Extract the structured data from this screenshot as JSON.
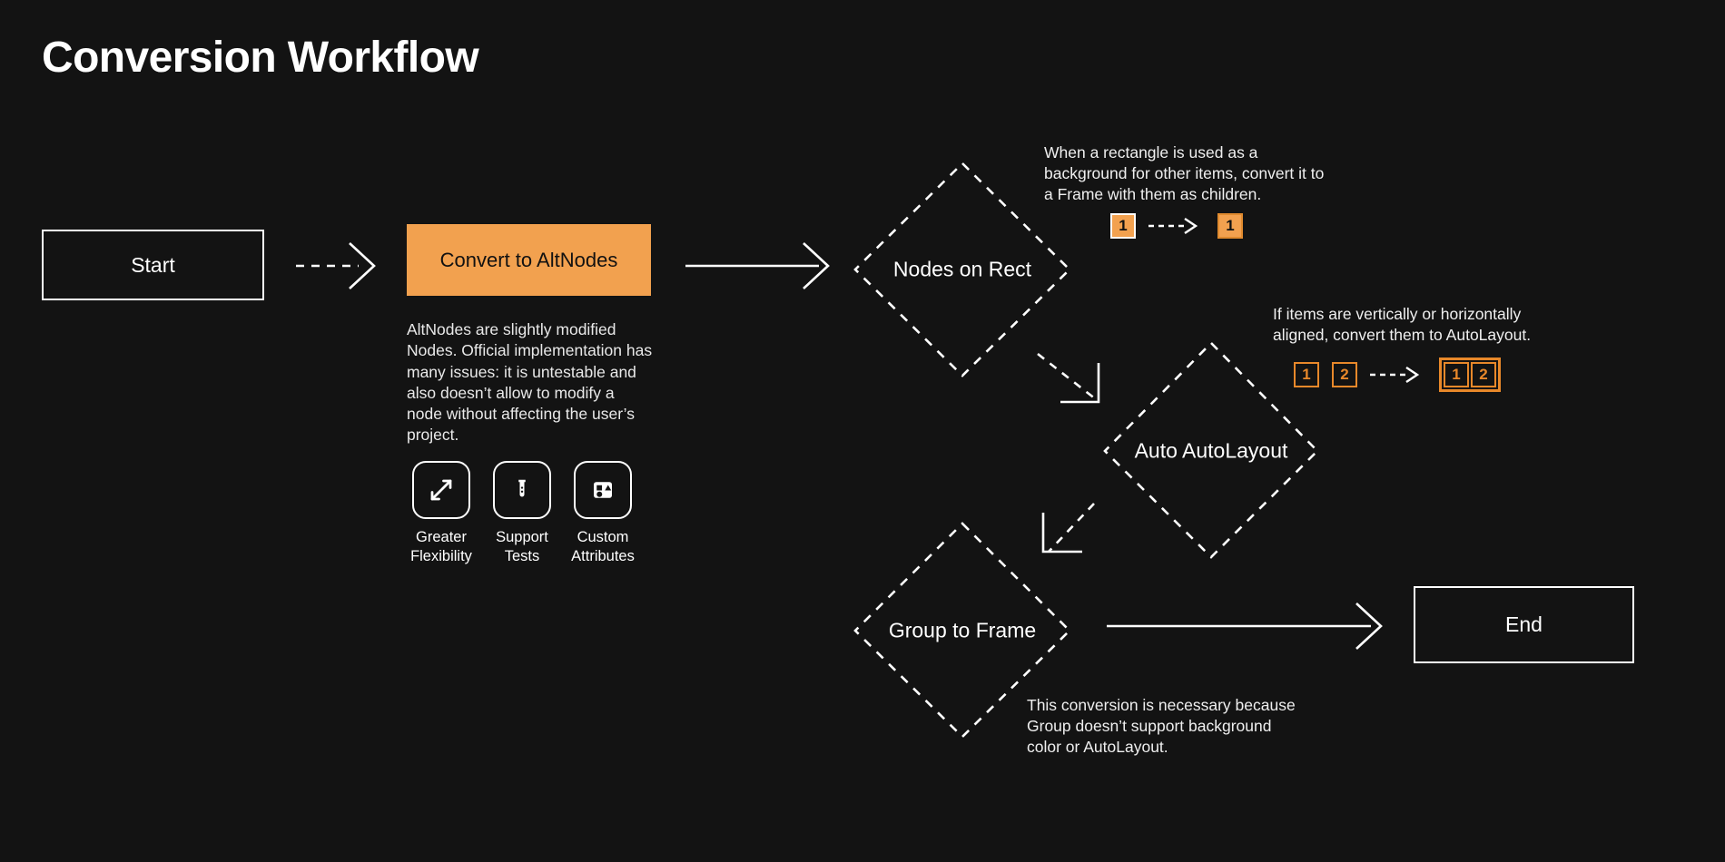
{
  "page": {
    "title": "Conversion Workflow",
    "background_color": "#131313",
    "accent_color": "#F2A14F",
    "accent_outline_color": "#E8882A",
    "text_color": "#ffffff"
  },
  "nodes": {
    "start": {
      "label": "Start",
      "shape": "rectangle"
    },
    "convert": {
      "label": "Convert to AltNodes",
      "shape": "rectangle-filled"
    },
    "nodes_on_rect": {
      "label": "Nodes on Rect",
      "shape": "diamond-dashed"
    },
    "auto_autolayout": {
      "label": "Auto AutoLayout",
      "shape": "diamond-dashed"
    },
    "group_to_frame": {
      "label": "Group to Frame",
      "shape": "diamond-dashed"
    },
    "end": {
      "label": "End",
      "shape": "rectangle"
    }
  },
  "notes": {
    "altnodes": "AltNodes are slightly modified Nodes. Official implementation has many issues: it is untestable and also doesn’t allow to modify a node without affecting the user’s project.",
    "rect_to_frame": "When a rectangle is used as a background for other items, convert it to a Frame with them as children.",
    "autolayout": "If items are vertically or horizontally aligned, convert them to AutoLayout.",
    "group_support": "This conversion is necessary because Group doesn’t support background color or AutoLayout."
  },
  "features": [
    {
      "icon": "expand-arrows-icon",
      "label": "Greater\nFlexibility"
    },
    {
      "icon": "test-tube-icon",
      "label": "Support\nTests"
    },
    {
      "icon": "shapes-attributes-icon",
      "label": "Custom\nAttributes"
    }
  ],
  "badges": {
    "row1": {
      "before": [
        "1"
      ],
      "after": [
        "1"
      ]
    },
    "row2": {
      "before": [
        "1",
        "2"
      ],
      "after": [
        "1",
        "2"
      ]
    }
  }
}
